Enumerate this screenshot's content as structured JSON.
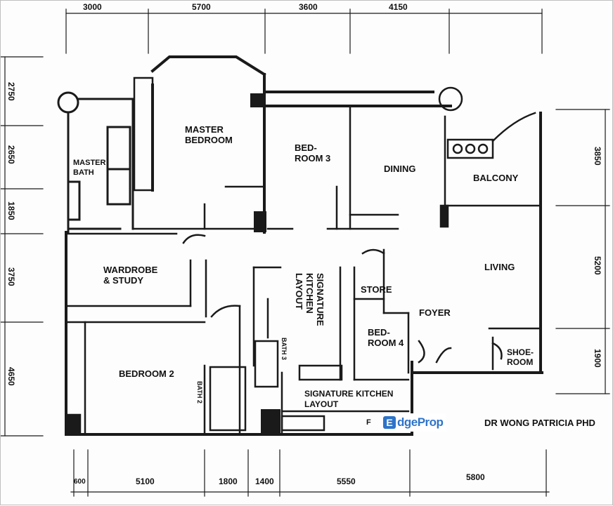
{
  "plan": {
    "rooms": {
      "master_bedroom": "MASTER\nBEDROOM",
      "master_bath": "MASTER\nBATH",
      "bedroom3": "BED-\nROOM 3",
      "dining": "DINING",
      "balcony": "BALCONY",
      "living": "LIVING",
      "wardrobe_study": "WARDROBE\n& STUDY",
      "signature_kitchen_vertical": "SIGNATURE\nKITCHEN\nLAYOUT",
      "store": "STORE",
      "foyer": "FOYER",
      "bedroom4": "BED-\nROOM 4",
      "shoe_room": "SHOE-\nROOM",
      "bedroom2": "BEDROOM 2",
      "bath2": "BATH 2",
      "bath3": "BATH 3",
      "signature_kitchen_horizontal": "SIGNATURE KITCHEN\nLAYOUT",
      "kitchen_f": "F"
    },
    "dims_top": [
      "3000",
      "5700",
      "3600",
      "4150"
    ],
    "dims_bottom": [
      "600",
      "5100",
      "1800",
      "1400",
      "5550",
      "5800"
    ],
    "dims_left": [
      "2750",
      "2650",
      "1850",
      "3750",
      "4650"
    ],
    "dims_right": [
      "3850",
      "5200",
      "1900"
    ]
  },
  "watermark": {
    "brand_letter": "E",
    "brand": "dgeProp",
    "credit": "DR WONG PATRICIA PHD"
  },
  "colors": {
    "line": "#1a1a1a",
    "brand": "#2e74c9"
  }
}
